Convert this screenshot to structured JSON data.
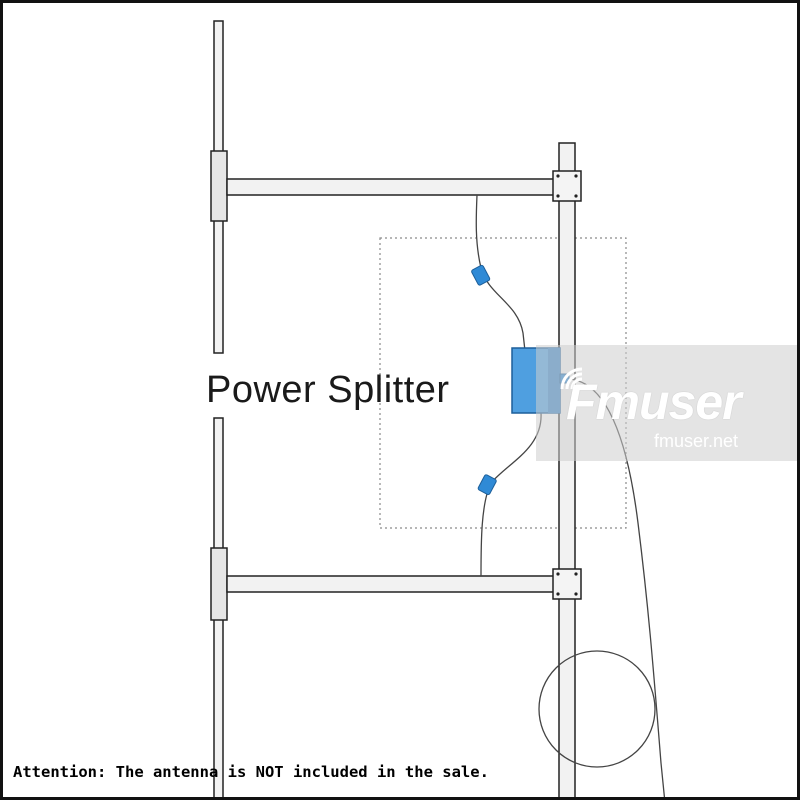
{
  "diagram": {
    "label": "Power Splitter",
    "note": "Attention: The antenna is NOT included in the sale."
  },
  "watermark": {
    "brand": "Fmuser",
    "site": "fmuser.net"
  },
  "colors": {
    "outline": "#222222",
    "tube_fill": "#f2f2f2",
    "splitter_fill": "#4f9fe0",
    "splitter_edge": "#1d5f9a",
    "connector_fill": "#2f8ad6",
    "cable": "#444444",
    "dotted_box": "#8a8a8a"
  },
  "icons": {
    "watermark_signal": "signal-waves-icon"
  }
}
